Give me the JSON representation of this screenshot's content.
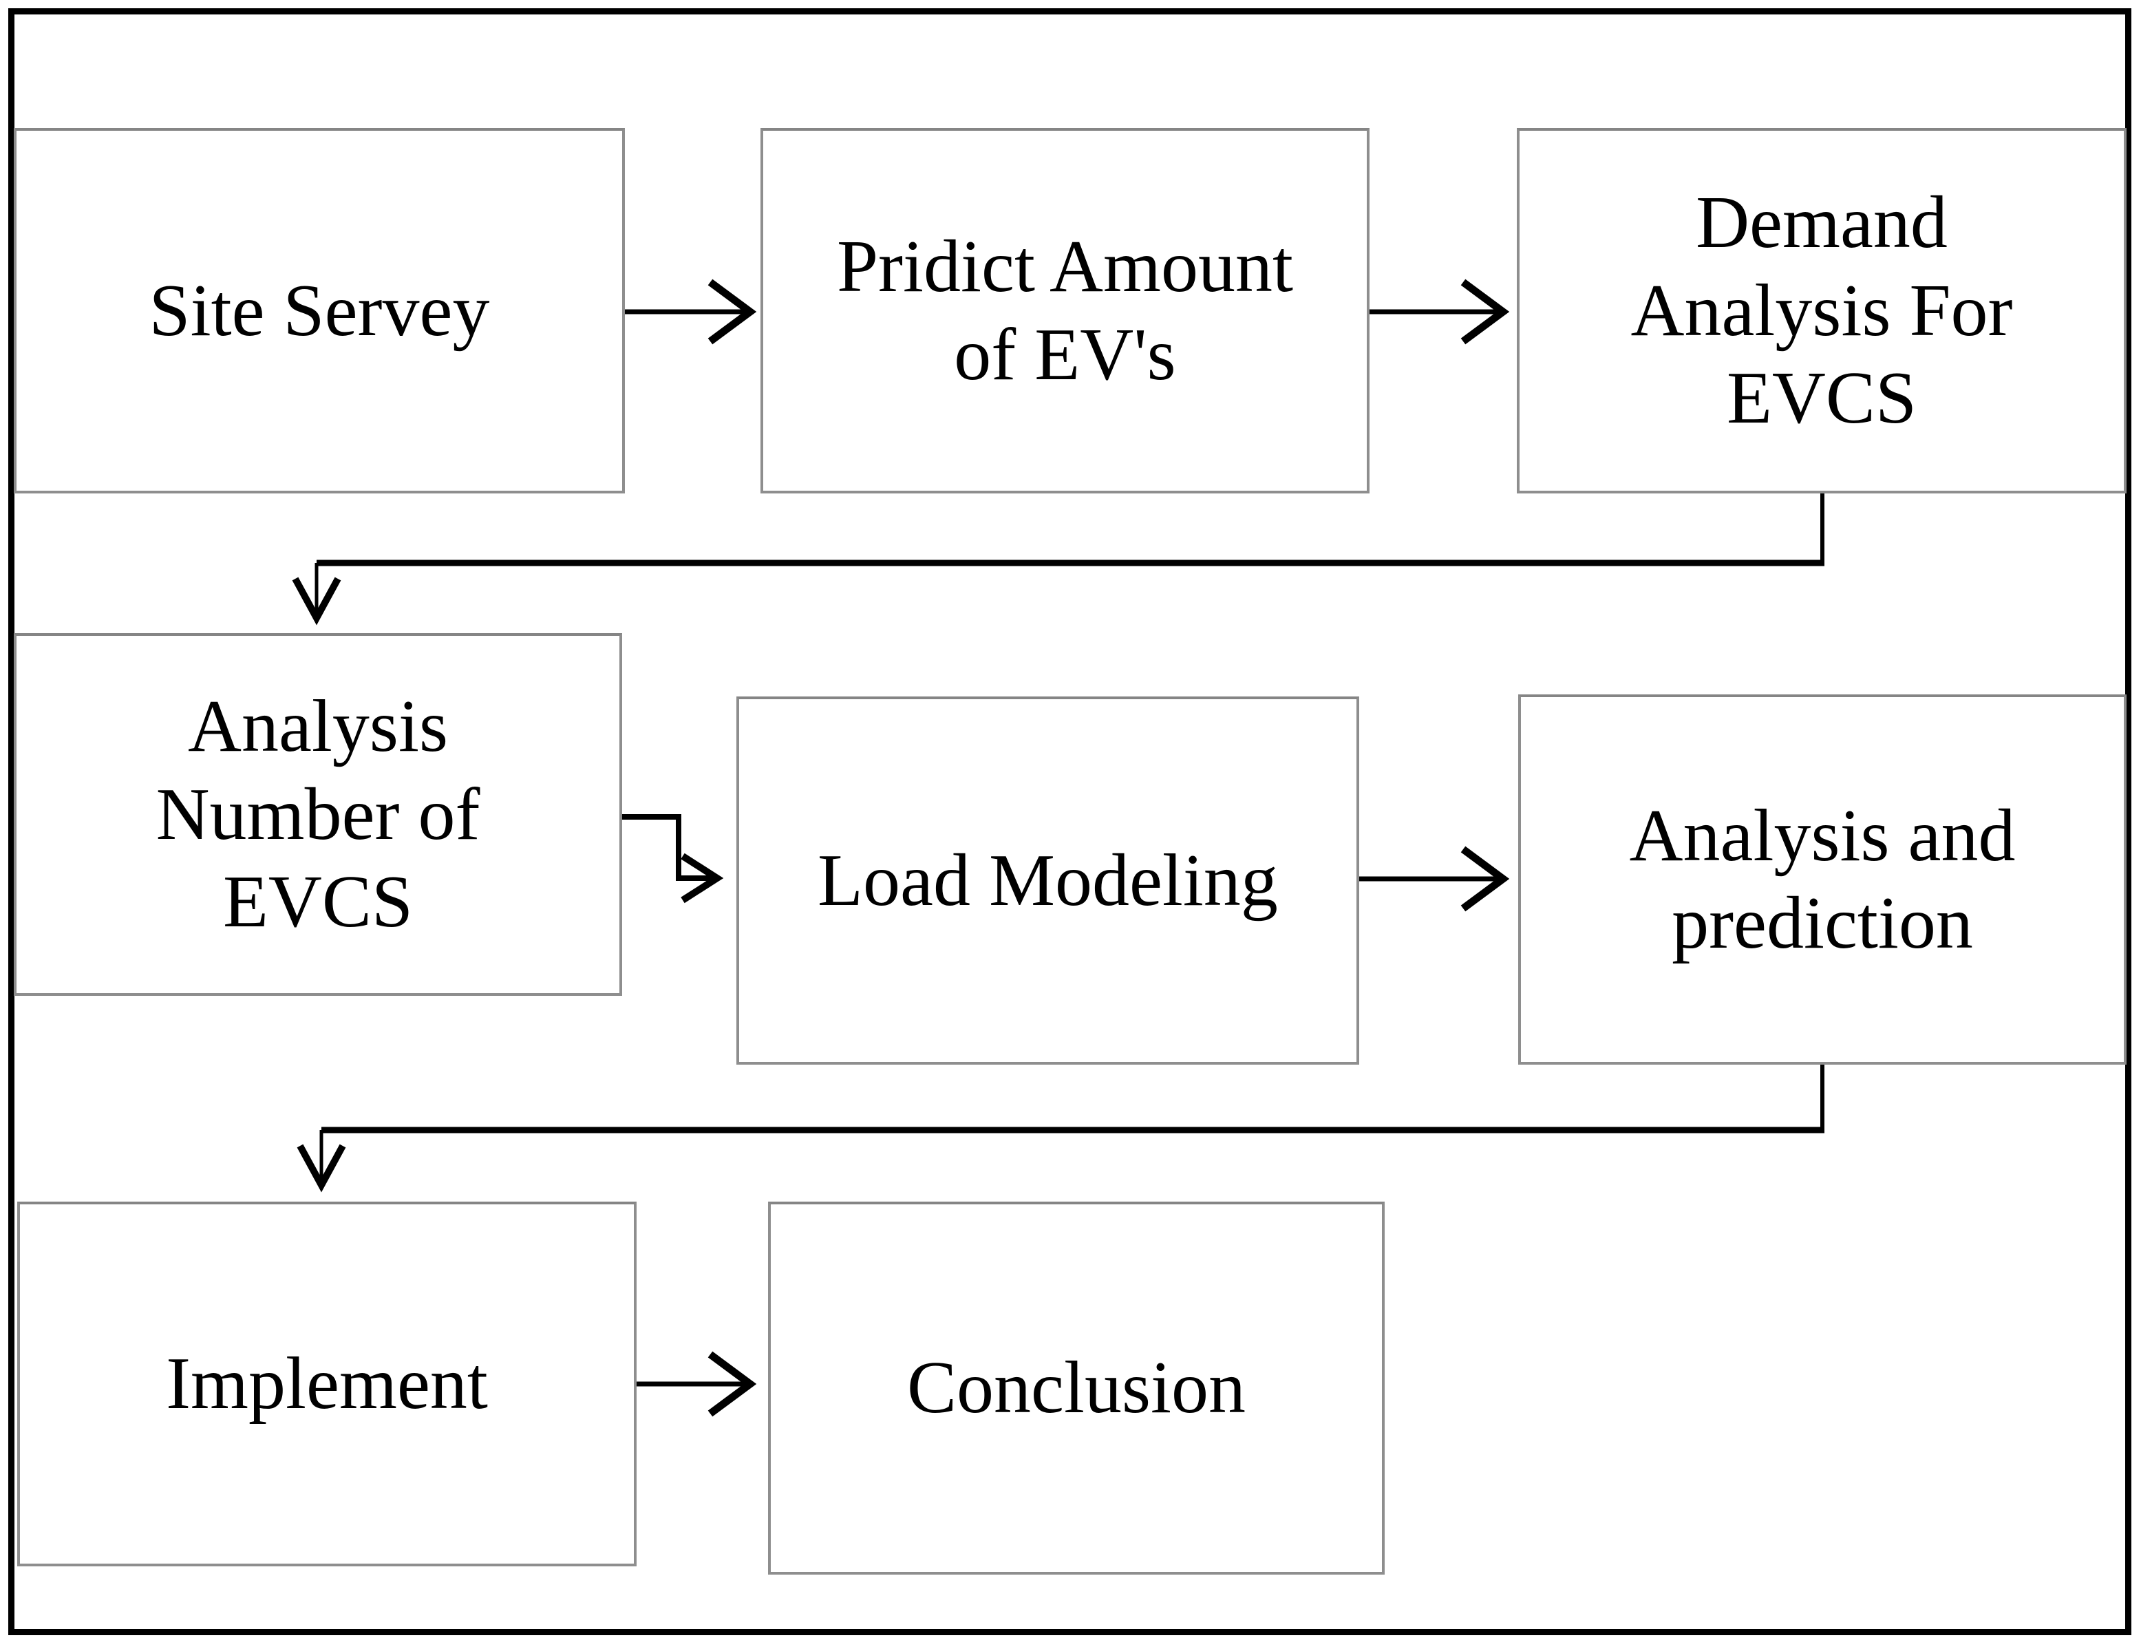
{
  "diagram": {
    "title": "EVCS planning flowchart",
    "colors": {
      "background": "#ffffff",
      "outer_border": "#000000",
      "box_border": "#8e8e8e",
      "text": "#000000",
      "connector": "#000000"
    },
    "nodes": [
      {
        "id": "site-survey",
        "label": "Site Servey"
      },
      {
        "id": "predict-amount",
        "label": "Pridict Amount\nof EV's"
      },
      {
        "id": "demand-analysis",
        "label": "Demand\nAnalysis For\nEVCS"
      },
      {
        "id": "analysis-number",
        "label": "Analysis\nNumber of\nEVCS"
      },
      {
        "id": "load-modeling",
        "label": "Load Modeling"
      },
      {
        "id": "analysis-prediction",
        "label": "Analysis and\nprediction"
      },
      {
        "id": "implement",
        "label": "Implement"
      },
      {
        "id": "conclusion",
        "label": "Conclusion"
      }
    ],
    "edges": [
      {
        "from": "site-survey",
        "to": "predict-amount",
        "style": "straight-right-arrow"
      },
      {
        "from": "predict-amount",
        "to": "demand-analysis",
        "style": "straight-right-arrow"
      },
      {
        "from": "demand-analysis",
        "to": "analysis-number",
        "style": "elbow-down-left-down-arrow"
      },
      {
        "from": "analysis-number",
        "to": "load-modeling",
        "style": "step-right-down-right-arrow"
      },
      {
        "from": "load-modeling",
        "to": "analysis-prediction",
        "style": "straight-right-arrow"
      },
      {
        "from": "analysis-prediction",
        "to": "implement",
        "style": "elbow-down-left-down-arrow"
      },
      {
        "from": "implement",
        "to": "conclusion",
        "style": "straight-right-arrow"
      }
    ]
  }
}
